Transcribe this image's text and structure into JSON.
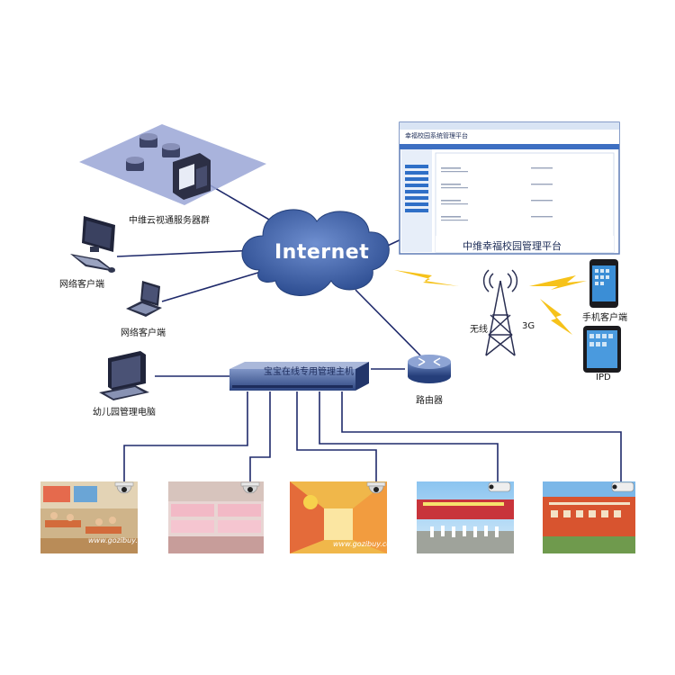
{
  "labels": {
    "internet": "Internet",
    "server_cluster": "中维云视通服务器群",
    "network_client_1": "网络客户端",
    "network_client_2": "网络客户端",
    "platform_title": "中维幸福校园管理平台",
    "platform_header": "幸福校园系统管理平台",
    "wireless": "无线",
    "g3": "3G",
    "mobile_client": "手机客户端",
    "ipd": "IPD",
    "switch_label": "宝宝在线专用管理主机",
    "router": "路由器",
    "kindergarten_pc": "幼儿园管理电脑"
  },
  "watermarks": [
    "www.gozibuy.com",
    "www.gozibuy.com"
  ],
  "icons": [
    "server-cluster-icon",
    "desktop-computer-icon",
    "laptop-icon",
    "cloud-icon",
    "cell-tower-icon",
    "smartphone-icon",
    "tablet-icon",
    "router-icon",
    "switch-icon",
    "dome-camera-icon",
    "bullet-camera-icon"
  ],
  "colors": {
    "line": "#1f2a6b",
    "cloud": "#3a5fa5",
    "switch": "#3d5590",
    "signal": "#f6c21a",
    "platform_panel": "#2f6fc7",
    "classroom_floor": "#c8a070"
  }
}
